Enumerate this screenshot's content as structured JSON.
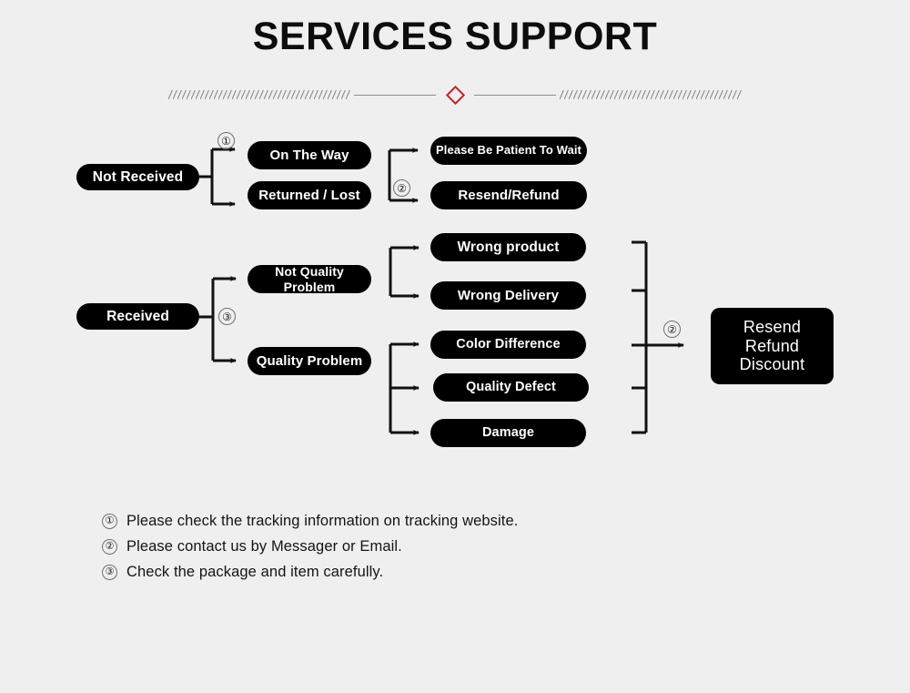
{
  "page": {
    "title": "SERVICES SUPPORT",
    "background_color": "#efefef",
    "accent_color": "#c0262e",
    "node_color": "#000000",
    "node_text_color": "#ffffff"
  },
  "divider": {
    "left_hatch": "hatch-pattern",
    "left_rule": "horizontal-rule",
    "ornament": "diamond-outline",
    "right_rule": "horizontal-rule",
    "right_hatch": "hatch-pattern"
  },
  "flow": {
    "branch_not_received": {
      "source": "Not Received",
      "marker": "①",
      "children": [
        "On The Way",
        "Returned / Lost"
      ]
    },
    "branch_not_received_outcomes": {
      "marker": "②",
      "children": [
        "Please Be Patient To Wait",
        "Resend/Refund"
      ]
    },
    "branch_received": {
      "source": "Received",
      "marker": "③",
      "children": [
        "Not Quality Problem",
        "Quality Problem"
      ]
    },
    "branch_not_quality": {
      "children": [
        "Wrong product",
        "Wrong Delivery"
      ]
    },
    "branch_quality": {
      "children": [
        "Color Difference",
        "Quality Defect",
        "Damage"
      ]
    },
    "merge": {
      "marker": "②",
      "terminal": {
        "line1": "Resend",
        "line2": "Refund",
        "line3": "Discount"
      }
    }
  },
  "footnotes": [
    {
      "marker": "①",
      "text": "Please check the tracking information on tracking website."
    },
    {
      "marker": "②",
      "text": "Please contact us by Messager or Email."
    },
    {
      "marker": "③",
      "text": "Check the package and item carefully."
    }
  ]
}
